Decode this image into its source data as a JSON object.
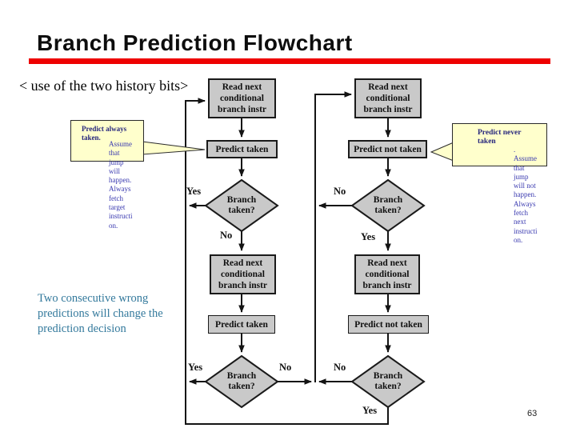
{
  "slide": {
    "title": "Branch Prediction Flowchart",
    "subtitle": "< use of the two history bits>",
    "note": "Two consecutive wrong predictions will change the prediction decision",
    "page_number": "63"
  },
  "callouts": {
    "left": {
      "heading": "Predict always taken.",
      "body": "Assume\nthat\njump\nwill\nhappen.\nAlways\nfetch\ntarget\ninstructi\non."
    },
    "right": {
      "heading": "Predict never taken",
      "body": ".\nAssume\nthat\njump\nwill not\nhappen.\nAlways\nfetch\nnext\ninstructi\non."
    }
  },
  "flowchart": {
    "nodes": {
      "read_next": "Read next conditional branch instr",
      "predict_taken": "Predict taken",
      "predict_not_taken": "Predict not taken",
      "branch_taken": "Branch taken?"
    },
    "labels": {
      "yes": "Yes",
      "no": "No"
    }
  },
  "colors": {
    "accent_red": "#ee0000",
    "node_fill": "#c9c9c9",
    "callout_fill": "#ffffcc",
    "callout_text": "#3a3ab0",
    "note_text": "#33799c"
  }
}
